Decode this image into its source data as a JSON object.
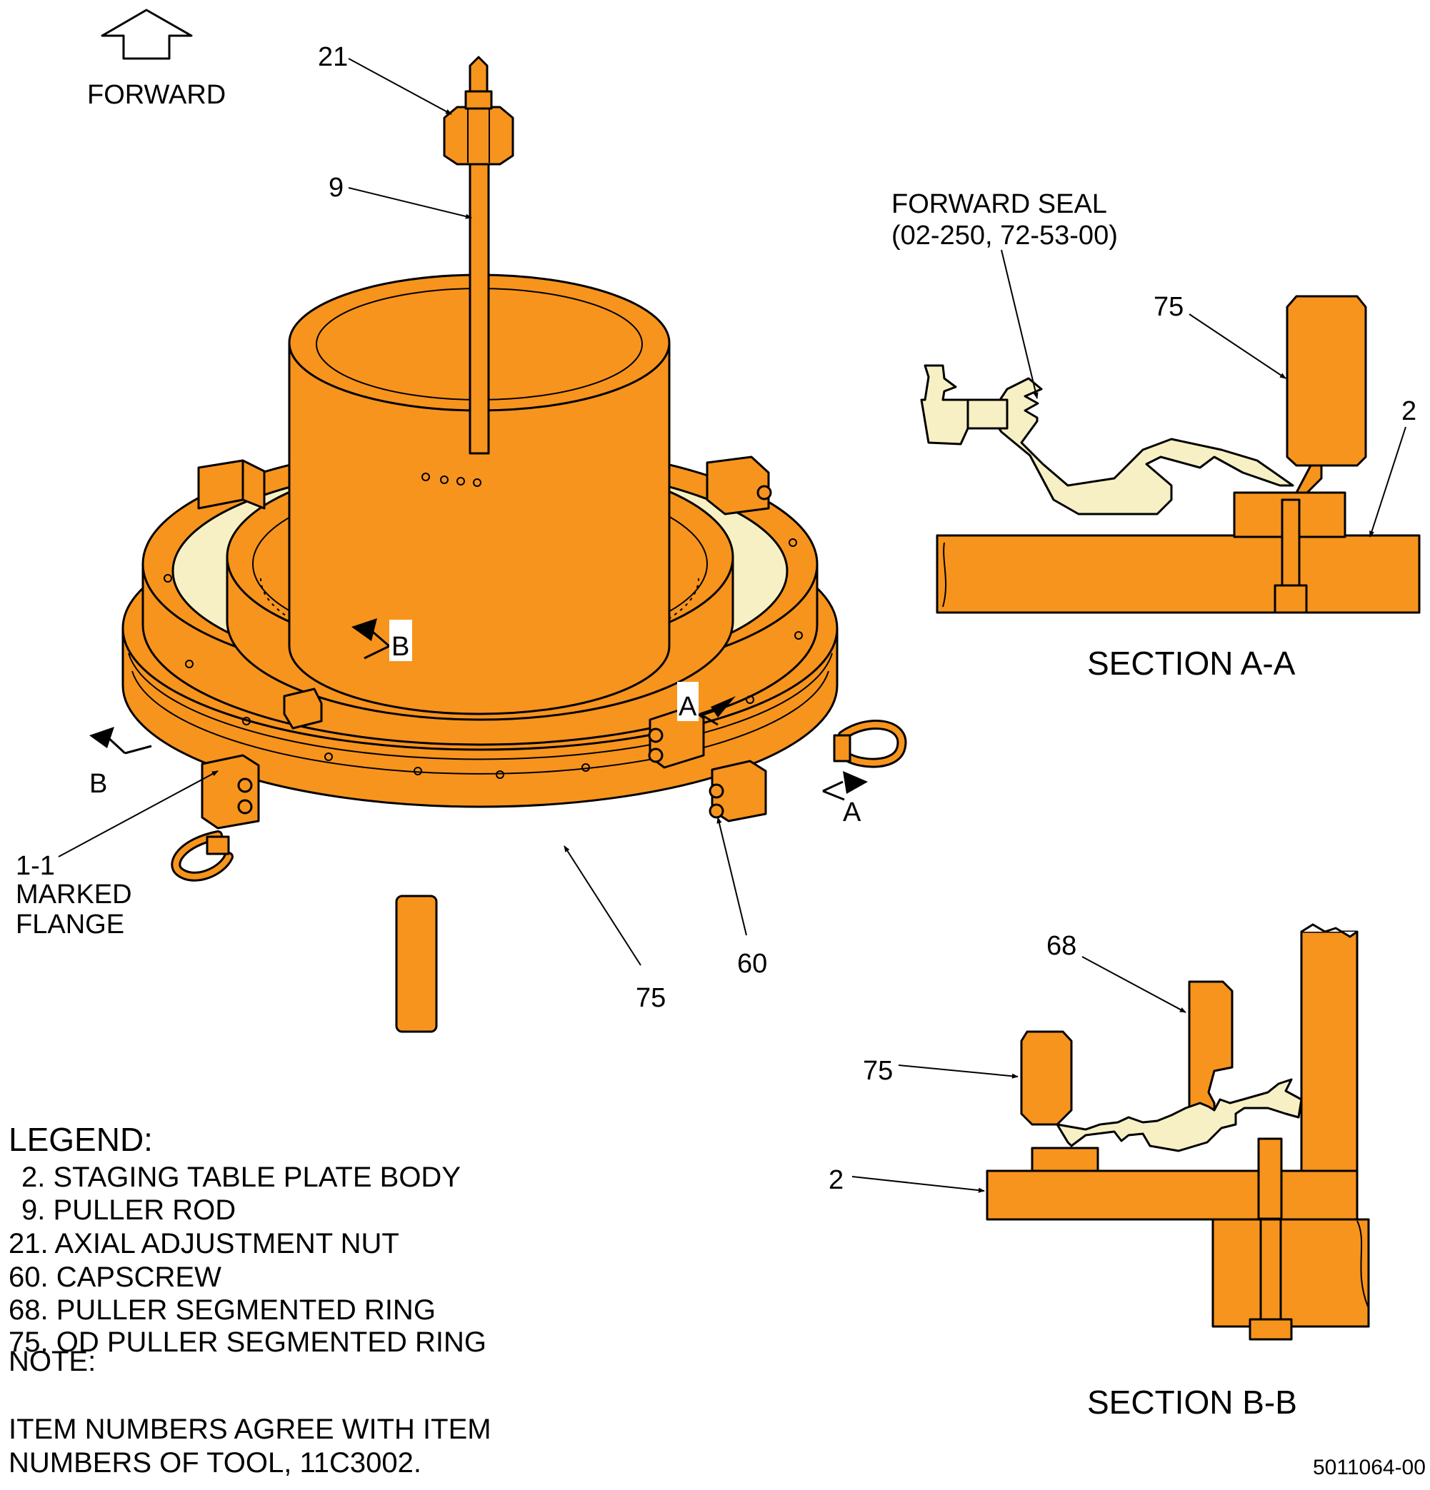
{
  "colors": {
    "part": "#F7941D",
    "seal": "#F6F0C4",
    "outline": "#000000",
    "background": "#FFFFFF"
  },
  "icons": {
    "direction": "forward-arrow-icon"
  },
  "direction_label": "FORWARD",
  "callouts": {
    "c21": "21",
    "c9": "9",
    "c1_1": "1-1",
    "c1_1_line2": "MARKED",
    "c1_1_line3": "FLANGE",
    "c75": "75",
    "c60": "60",
    "secA_letter1": "A",
    "secA_letter2": "A",
    "secB_letter1": "B",
    "secB_letter2": "B"
  },
  "section_a": {
    "title": "SECTION A-A",
    "seal_label_line1": "FORWARD SEAL",
    "seal_label_line2": "(02-250,  72-53-00)",
    "c75": "75",
    "c2": "2"
  },
  "section_b": {
    "title": "SECTION B-B",
    "c68": "68",
    "c75": "75",
    "c2": "2"
  },
  "legend": {
    "title": "LEGEND:",
    "items": [
      "2. STAGING TABLE PLATE BODY",
      "9. PULLER ROD",
      "21. AXIAL ADJUSTMENT NUT",
      "60. CAPSCREW",
      "68. PULLER SEGMENTED RING",
      "75. OD PULLER SEGMENTED RING"
    ]
  },
  "note": {
    "title": "NOTE:",
    "line1": "ITEM NUMBERS AGREE WITH ITEM",
    "line2": "NUMBERS OF TOOL, 11C3002."
  },
  "figure_number": "5011064-00"
}
